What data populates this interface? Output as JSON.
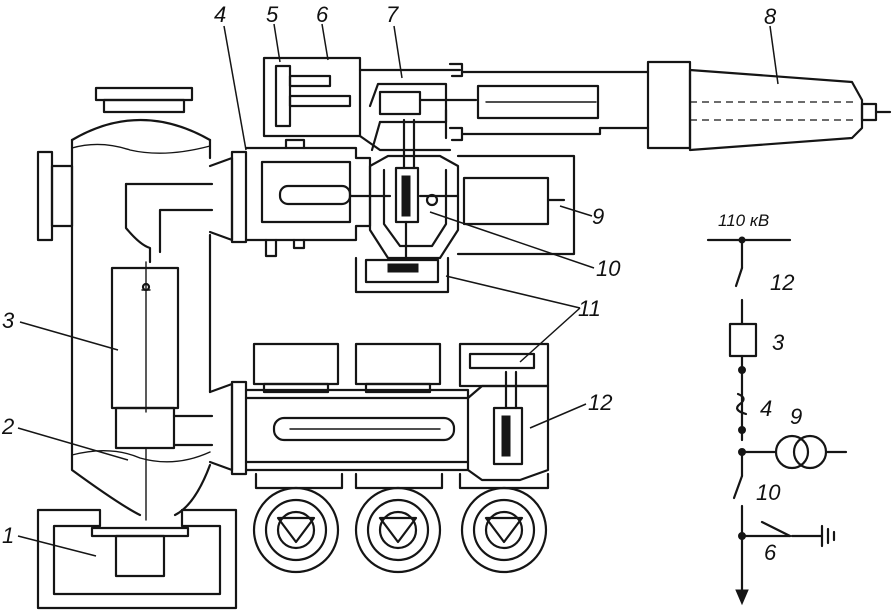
{
  "diagram": {
    "callouts": [
      "1",
      "2",
      "3",
      "4",
      "5",
      "6",
      "7",
      "8",
      "9",
      "10",
      "11",
      "12"
    ],
    "schematic": {
      "voltage_label": "110 кВ",
      "labels": [
        "12",
        "3",
        "4",
        "9",
        "10",
        "6"
      ]
    }
  }
}
